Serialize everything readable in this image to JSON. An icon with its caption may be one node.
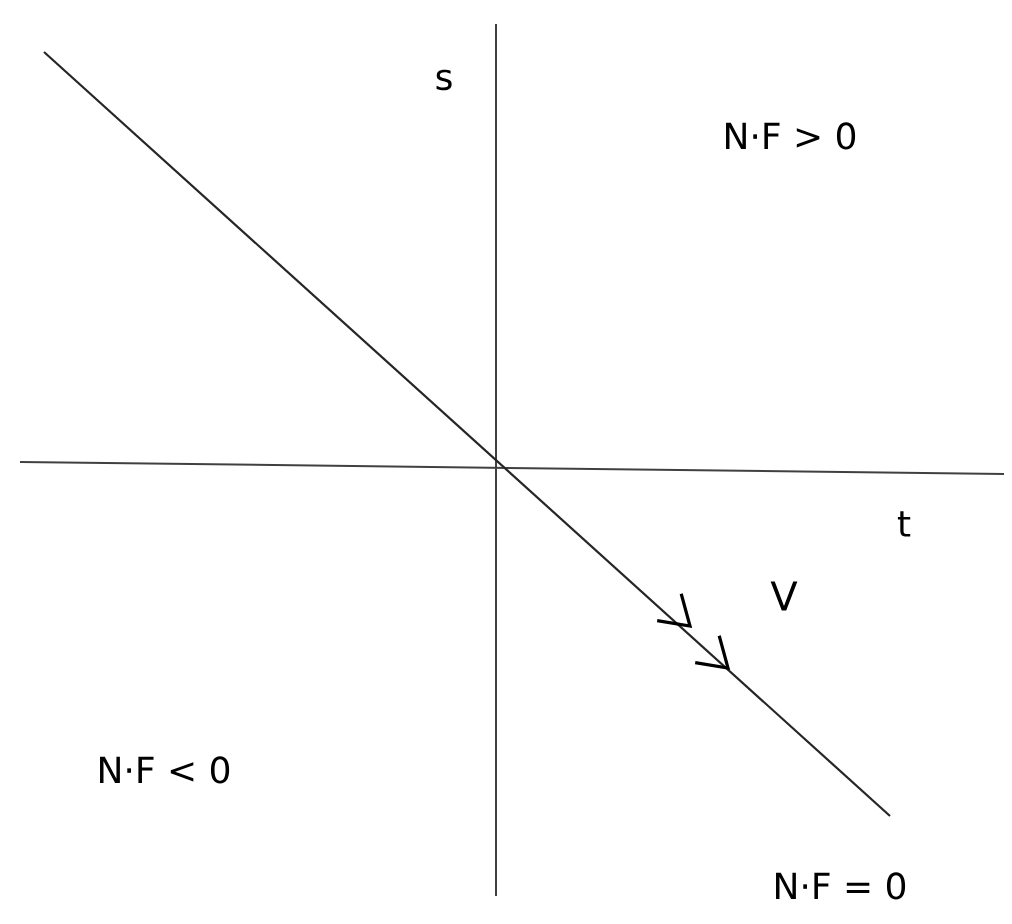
{
  "diagram": {
    "labels": [
      "s",
      "N·F > 0",
      "t",
      "V",
      "N·F < 0",
      "N·F = 0"
    ]
  }
}
